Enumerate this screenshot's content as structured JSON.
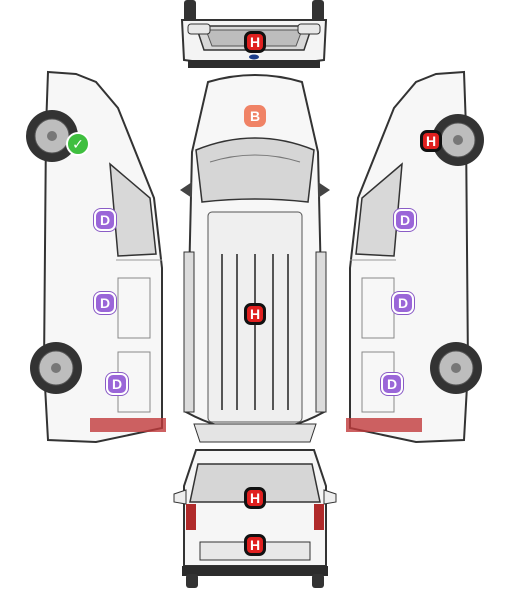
{
  "markers": {
    "front": "H",
    "roof": "B",
    "roof_center": "H",
    "left_rear_wheel": "H",
    "left_side_1": "D",
    "left_side_2": "D",
    "left_side_3": "D",
    "right_side_1": "D",
    "right_side_2": "D",
    "right_side_3": "D",
    "rear_window": "H",
    "rear_bumper": "H"
  },
  "colors": {
    "damage_h": "#e0201f",
    "damage_d": "#9a66d8",
    "damage_b": "#f08366",
    "ok": "#3fbf3f"
  },
  "icons": {
    "ok_marker": "check-icon"
  }
}
